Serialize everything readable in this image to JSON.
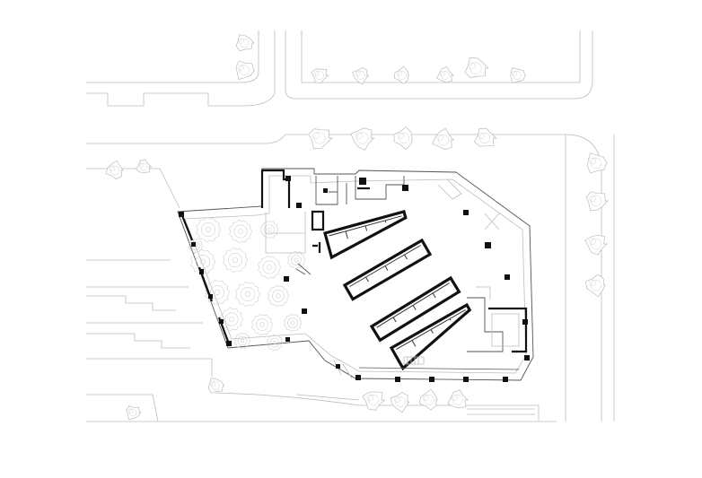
{
  "drawing": {
    "kind": "architectural ground floor plan",
    "colors": {
      "background": "#ffffff",
      "walls": "#111111",
      "context": "#bdbdbd"
    },
    "street_trees_count": 22,
    "interior_planters_count": 16,
    "core_bars_count": 4,
    "text_labels": []
  }
}
